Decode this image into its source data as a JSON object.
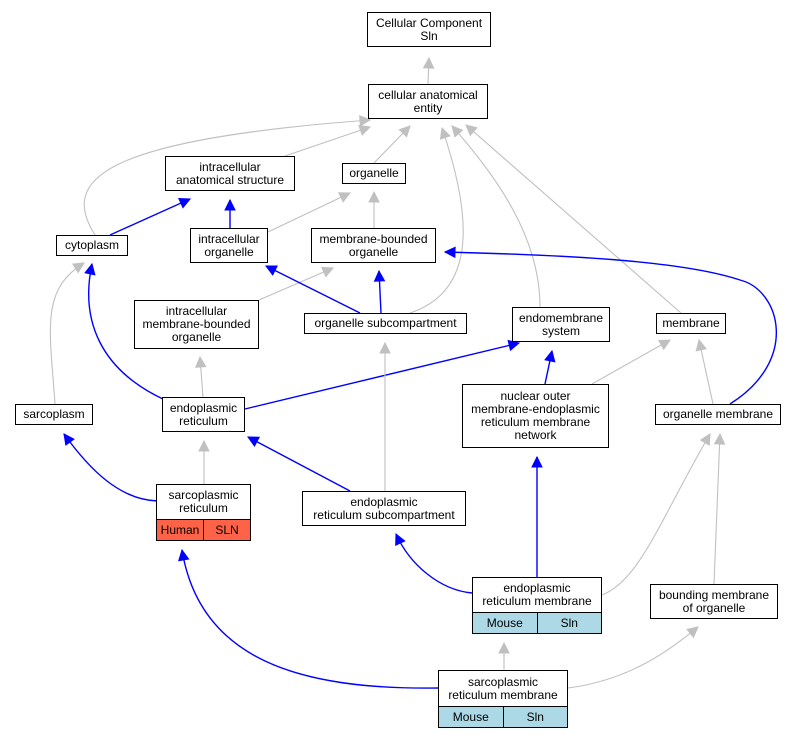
{
  "nodes": {
    "cellular_component": {
      "lines": [
        "Cellular Component",
        "Sln"
      ]
    },
    "cellular_anatomical_entity": {
      "lines": [
        "cellular anatomical",
        "entity"
      ]
    },
    "intracellular_anatomical_structure": {
      "lines": [
        "intracellular",
        "anatomical structure"
      ]
    },
    "organelle": {
      "lines": [
        "organelle"
      ]
    },
    "cytoplasm": {
      "lines": [
        "cytoplasm"
      ]
    },
    "intracellular_organelle": {
      "lines": [
        "intracellular",
        "organelle"
      ]
    },
    "membrane_bounded_organelle": {
      "lines": [
        "membrane-bounded",
        "organelle"
      ]
    },
    "intracellular_membrane_bounded_organelle": {
      "lines": [
        "intracellular",
        "membrane-bounded",
        "organelle"
      ]
    },
    "organelle_subcompartment": {
      "lines": [
        "organelle subcompartment"
      ]
    },
    "endomembrane_system": {
      "lines": [
        "endomembrane",
        "system"
      ]
    },
    "membrane": {
      "lines": [
        "membrane"
      ]
    },
    "sarcoplasm": {
      "lines": [
        "sarcoplasm"
      ]
    },
    "endoplasmic_reticulum": {
      "lines": [
        "endoplasmic",
        "reticulum"
      ]
    },
    "nuclear_outer_membrane_er_network": {
      "lines": [
        "nuclear outer",
        "membrane-endoplasmic",
        "reticulum membrane",
        "network"
      ]
    },
    "organelle_membrane": {
      "lines": [
        "organelle membrane"
      ]
    },
    "sarcoplasmic_reticulum": {
      "lines": [
        "sarcoplasmic",
        "reticulum"
      ],
      "annotations": [
        "Human",
        "SLN"
      ]
    },
    "er_subcompartment": {
      "lines": [
        "endoplasmic",
        "reticulum subcompartment"
      ]
    },
    "er_membrane": {
      "lines": [
        "endoplasmic",
        "reticulum membrane"
      ],
      "annotations": [
        "Mouse",
        "Sln"
      ]
    },
    "bounding_membrane_of_organelle": {
      "lines": [
        "bounding membrane",
        "of organelle"
      ]
    },
    "sr_membrane": {
      "lines": [
        "sarcoplasmic",
        "reticulum membrane"
      ],
      "annotations": [
        "Mouse",
        "Sln"
      ]
    }
  },
  "colors": {
    "is_a_edge": "#c0c0c0",
    "part_of_edge": "#0000ff",
    "human_annotation": "#ff6347",
    "mouse_annotation": "#add8e6"
  },
  "edges": [
    {
      "from": "cellular_anatomical_entity",
      "to": "cellular_component",
      "type": "is_a"
    },
    {
      "from": "intracellular_anatomical_structure",
      "to": "cellular_anatomical_entity",
      "type": "is_a"
    },
    {
      "from": "organelle",
      "to": "cellular_anatomical_entity",
      "type": "is_a"
    },
    {
      "from": "cytoplasm",
      "to": "cellular_anatomical_entity",
      "type": "is_a"
    },
    {
      "from": "organelle_subcompartment",
      "to": "cellular_anatomical_entity",
      "type": "is_a"
    },
    {
      "from": "endomembrane_system",
      "to": "cellular_anatomical_entity",
      "type": "is_a"
    },
    {
      "from": "membrane",
      "to": "cellular_anatomical_entity",
      "type": "is_a"
    },
    {
      "from": "cytoplasm",
      "to": "intracellular_anatomical_structure",
      "type": "part_of"
    },
    {
      "from": "intracellular_organelle",
      "to": "intracellular_anatomical_structure",
      "type": "part_of"
    },
    {
      "from": "intracellular_organelle",
      "to": "organelle",
      "type": "is_a"
    },
    {
      "from": "membrane_bounded_organelle",
      "to": "organelle",
      "type": "is_a"
    },
    {
      "from": "intracellular_membrane_bounded_organelle",
      "to": "membrane_bounded_organelle",
      "type": "is_a"
    },
    {
      "from": "organelle_subcompartment",
      "to": "membrane_bounded_organelle",
      "type": "part_of"
    },
    {
      "from": "organelle_membrane",
      "to": "membrane_bounded_organelle",
      "type": "part_of"
    },
    {
      "from": "organelle_subcompartment",
      "to": "intracellular_organelle",
      "type": "part_of"
    },
    {
      "from": "sarcoplasm",
      "to": "cytoplasm",
      "type": "is_a"
    },
    {
      "from": "endoplasmic_reticulum",
      "to": "cytoplasm",
      "type": "part_of"
    },
    {
      "from": "endoplasmic_reticulum",
      "to": "intracellular_membrane_bounded_organelle",
      "type": "is_a"
    },
    {
      "from": "endoplasmic_reticulum",
      "to": "endomembrane_system",
      "type": "part_of"
    },
    {
      "from": "nuclear_outer_membrane_er_network",
      "to": "endomembrane_system",
      "type": "part_of"
    },
    {
      "from": "nuclear_outer_membrane_er_network",
      "to": "membrane",
      "type": "is_a"
    },
    {
      "from": "organelle_membrane",
      "to": "membrane",
      "type": "is_a"
    },
    {
      "from": "sarcoplasmic_reticulum",
      "to": "sarcoplasm",
      "type": "part_of"
    },
    {
      "from": "sarcoplasmic_reticulum",
      "to": "endoplasmic_reticulum",
      "type": "is_a"
    },
    {
      "from": "er_subcompartment",
      "to": "endoplasmic_reticulum",
      "type": "part_of"
    },
    {
      "from": "er_subcompartment",
      "to": "organelle_subcompartment",
      "type": "is_a"
    },
    {
      "from": "er_membrane",
      "to": "er_subcompartment",
      "type": "part_of"
    },
    {
      "from": "er_membrane",
      "to": "nuclear_outer_membrane_er_network",
      "type": "part_of"
    },
    {
      "from": "er_membrane",
      "to": "organelle_membrane",
      "type": "is_a"
    },
    {
      "from": "bounding_membrane_of_organelle",
      "to": "organelle_membrane",
      "type": "is_a"
    },
    {
      "from": "sr_membrane",
      "to": "er_membrane",
      "type": "is_a"
    },
    {
      "from": "sr_membrane",
      "to": "sarcoplasmic_reticulum",
      "type": "part_of"
    },
    {
      "from": "sr_membrane",
      "to": "bounding_membrane_of_organelle",
      "type": "is_a"
    }
  ]
}
